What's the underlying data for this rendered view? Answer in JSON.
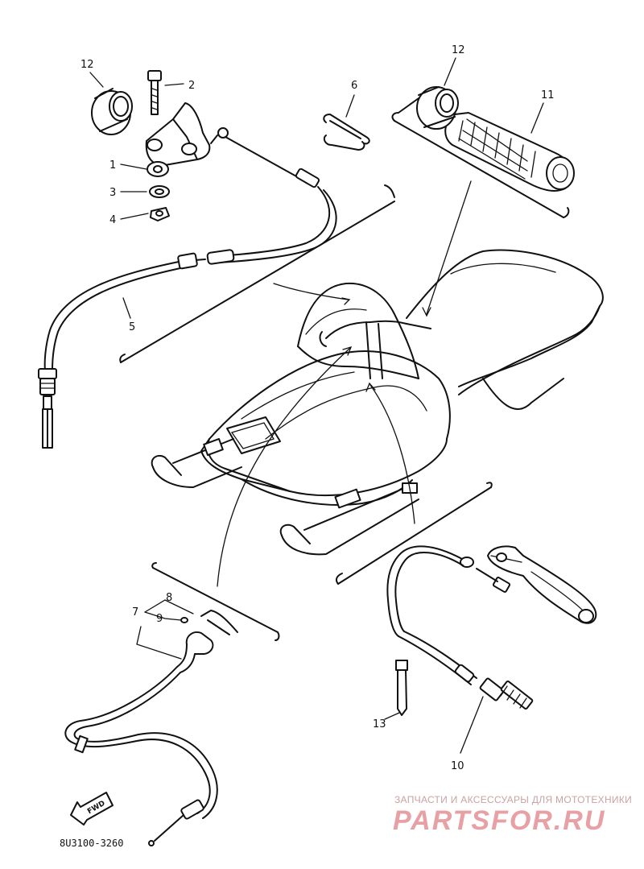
{
  "diagram": {
    "part_labels": {
      "p1": "1",
      "p2": "2",
      "p3": "3",
      "p4": "4",
      "p5": "5",
      "p6": "6",
      "p7": "7",
      "p8": "8",
      "p9": "9",
      "p10": "10",
      "p11": "11",
      "p12a": "12",
      "p12b": "12",
      "p13": "13"
    },
    "fwd_label": "FWD",
    "drawing_code": "8U3100-3260"
  },
  "watermark": {
    "caption": "ЗАПЧАСТИ И АКСЕССУАРЫ ДЛЯ МОТОТЕХНИКИ",
    "logo_text": "PARTSFOR.RU",
    "color": "#e7a0a4"
  }
}
